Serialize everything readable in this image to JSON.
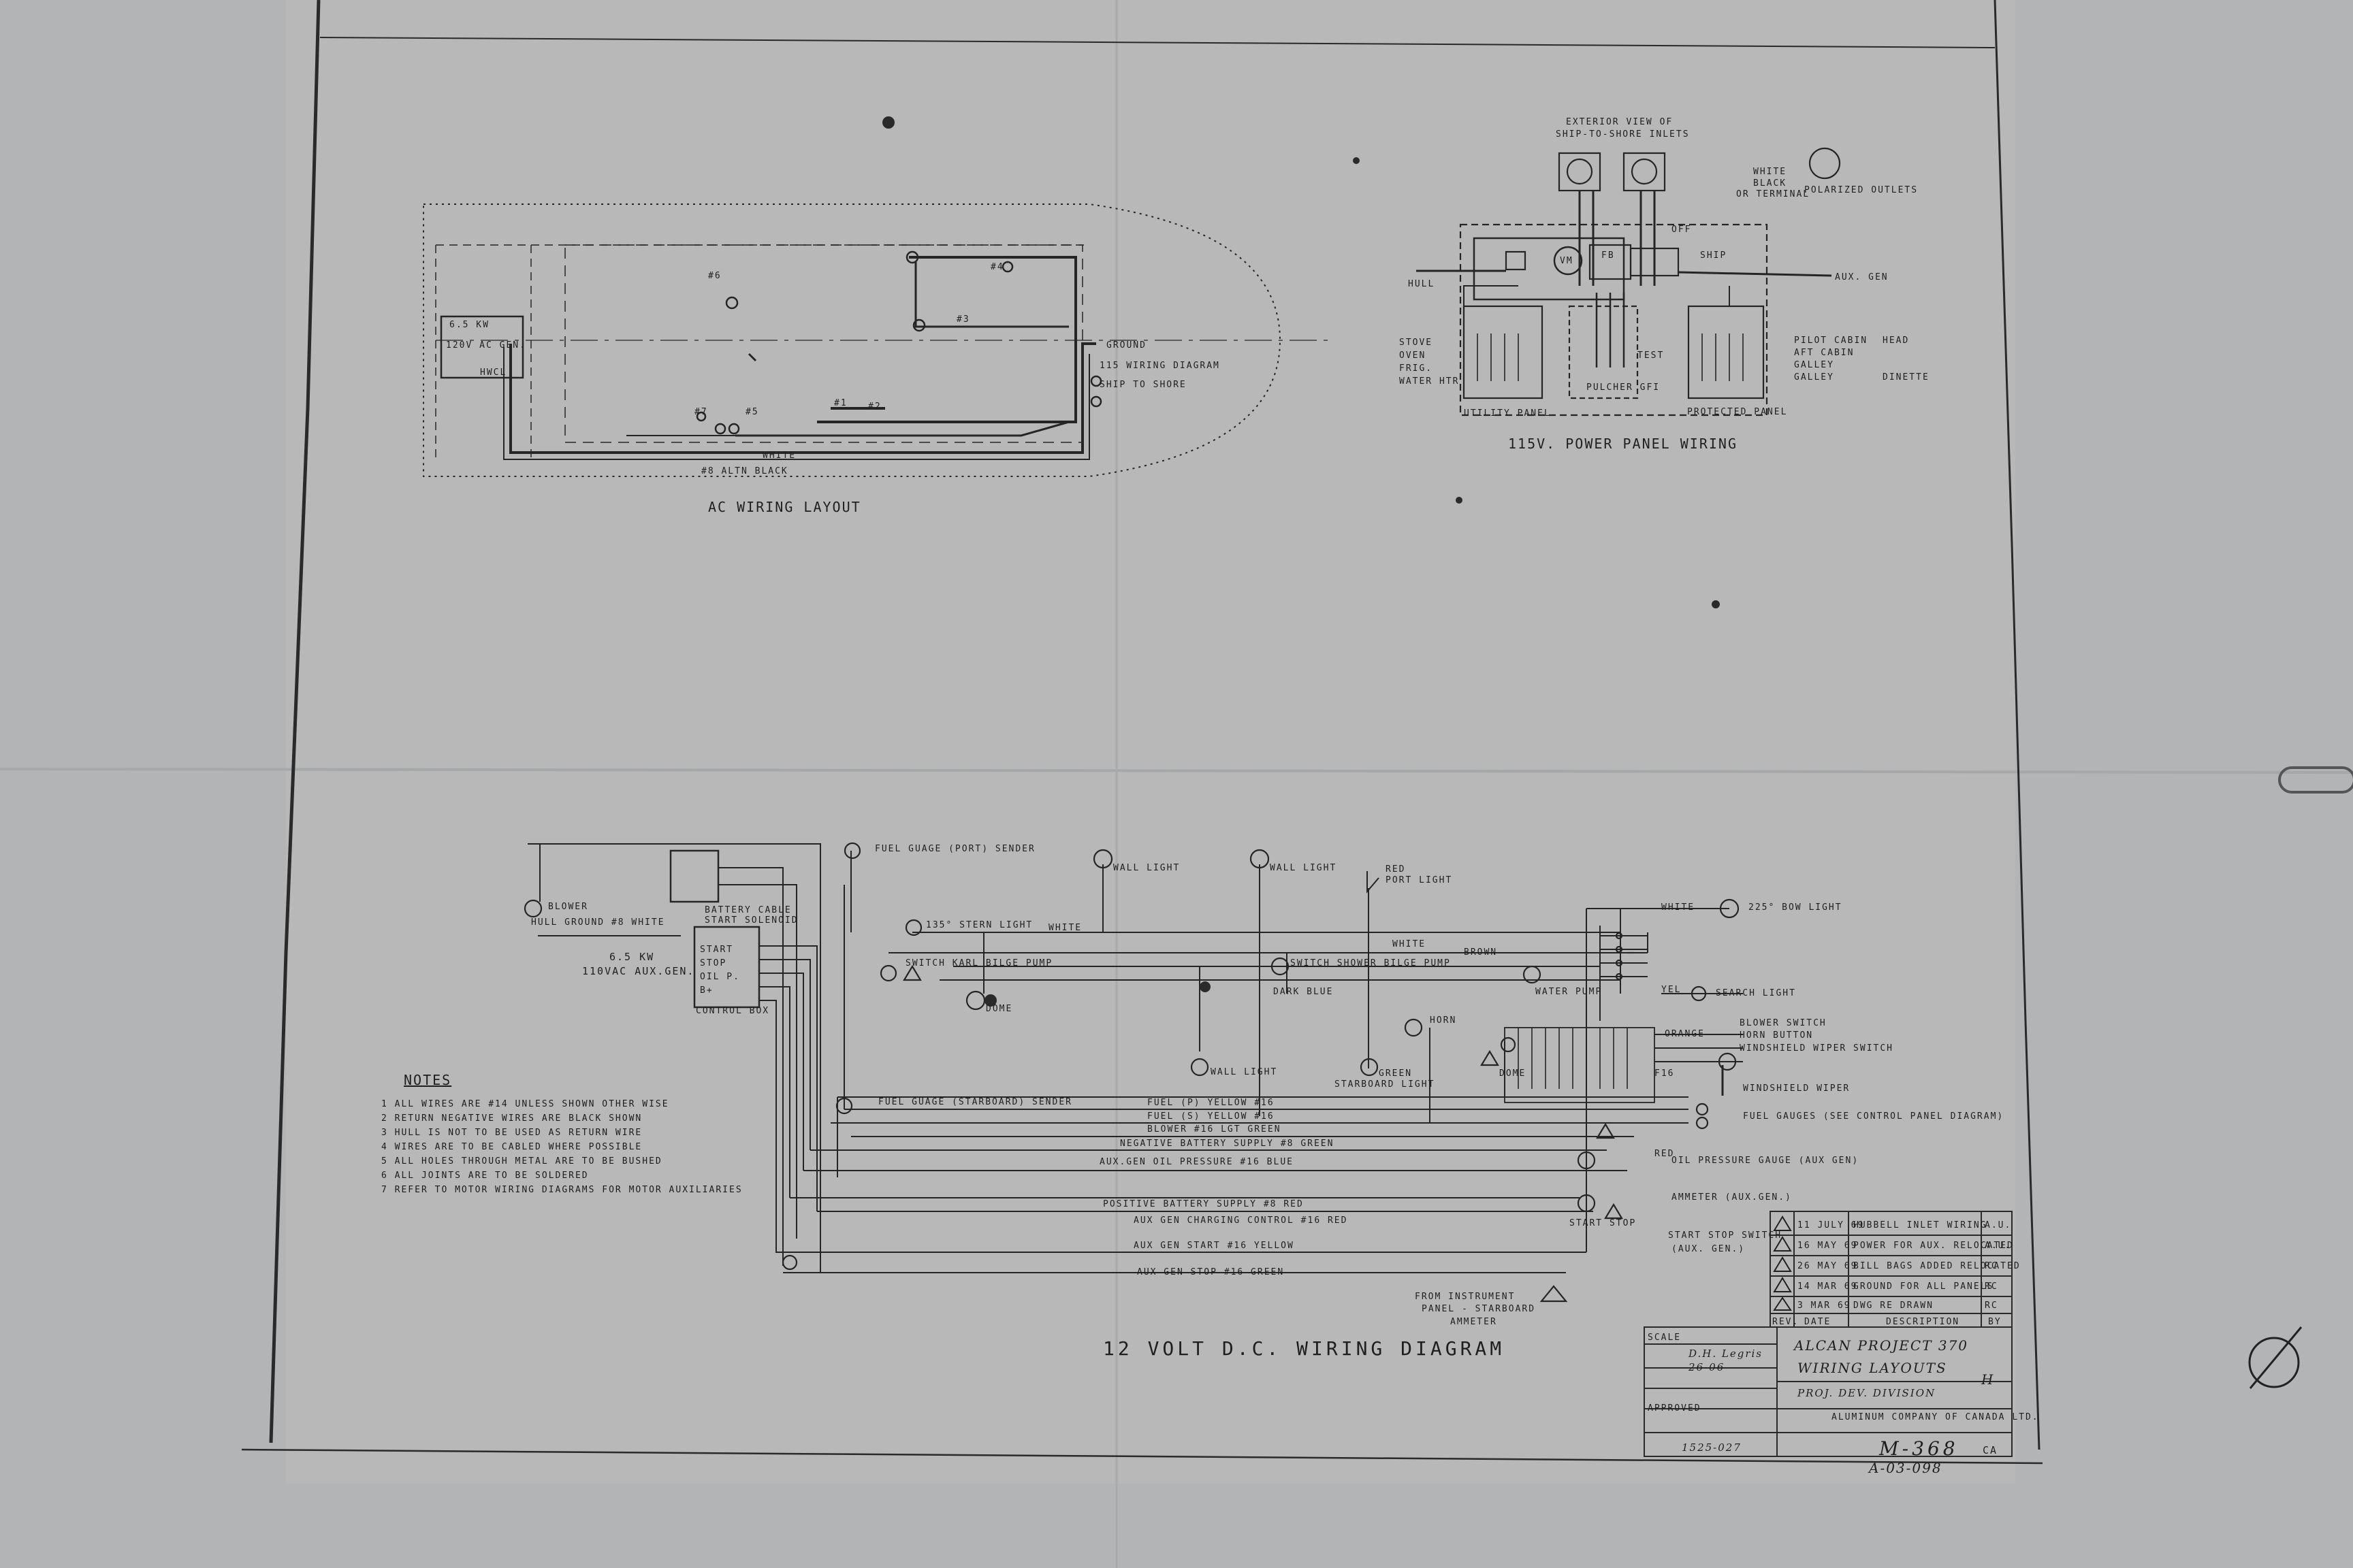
{
  "ac_layout": {
    "title": "AC WIRING LAYOUT",
    "generator": "6.5 KW",
    "generator_line2": "120V AC GEN.",
    "generator_line3": "HWCL",
    "grounding": "GROUND",
    "wiring_diagram_ref": "115 WIRING DIAGRAM",
    "shore": "SHIP TO SHORE",
    "wire_white": "WHITE",
    "wire_black": "#8 ALTN BLACK",
    "points": [
      "#6",
      "#4",
      "#3",
      "#7",
      "#5",
      "#1",
      "#2"
    ]
  },
  "power_panel": {
    "title": "115V. POWER PANEL WIRING",
    "exterior_view": "EXTERIOR VIEW OF",
    "inlets": "SHIP-TO-SHORE INLETS",
    "outlet_note_1": "WHITE",
    "outlet_note_2": "BLACK",
    "outlet_note_3": "OR TERMINAL",
    "outlets": "POLARIZED OUTLETS",
    "hull": "HULL",
    "vm": "VM",
    "fb": "FB",
    "ship": "SHIP",
    "off": "OFF",
    "aux_gen": "AUX. GEN",
    "stove": "STOVE",
    "oven": "OVEN",
    "frig": "FRIG.",
    "water_htr": "WATER HTR",
    "utility_panel": "UTILITY PANEL",
    "pulcher_gfi": "PULCHER GFI",
    "protected_panel": "PROTECTED PANEL",
    "test": "TEST",
    "circuits": [
      "PILOT CABIN",
      "AFT CABIN",
      "GALLEY",
      "GALLEY"
    ],
    "circuits_right": [
      "HEAD",
      "DINETTE"
    ]
  },
  "dc_diagram": {
    "title": "12 VOLT D.C. WIRING DIAGRAM",
    "blower": "BLOWER",
    "hull_ground": "HULL GROUND #8 WHITE",
    "battery_cable": "BATTERY CABLE",
    "start_solenoid": "START SOLENOID",
    "generator_1": "6.5 KW",
    "generator_2": "110VAC AUX.GEN.",
    "control_box_rows": [
      "START",
      "STOP",
      "OIL P.",
      "B+"
    ],
    "control_box": "CONTROL BOX",
    "fuel_port_sender": "FUEL GUAGE (PORT) SENDER",
    "fuel_stbd_sender": "FUEL GUAGE (STARBOARD) SENDER",
    "stern_light": "135° STERN LIGHT",
    "bilge_pump_aft": "SWITCH KARL BILGE PUMP",
    "dome_1": "DOME",
    "wall_light": "WALL LIGHT",
    "dark_blue": "DARK BLUE",
    "shower_bilge": "SWITCH SHOWER BILGE PUMP",
    "red_port": "RED",
    "port_light": "PORT LIGHT",
    "green": "GREEN",
    "stbd_light": "STARBOARD LIGHT",
    "horn": "HORN",
    "dome_2": "DOME",
    "water_pump": "WATER PUMP",
    "bow_light": "225° BOW LIGHT",
    "search_light": "SEARCH LIGHT",
    "blower_switch": "BLOWER SWITCH",
    "horn_button": "HORN BUTTON",
    "wiper_switch": "WINDSHIELD WIPER SWITCH",
    "windshield_wiper": "WINDSHIELD WIPER",
    "fuel_gauges": "FUEL GAUGES (SEE CONTROL PANEL DIAGRAM)",
    "oil_pressure": "OIL PRESSURE GAUGE (AUX GEN)",
    "ammeter": "AMMETER (AUX.GEN.)",
    "start_stop": "START STOP",
    "start_stop_switch": "START STOP SWITCH",
    "aux_gen_paren": "(AUX. GEN.)",
    "from_instrument": "FROM INSTRUMENT",
    "panel_stbd": "PANEL - STARBOARD",
    "ammeter2": "AMMETER",
    "wire_white": "WHITE",
    "wire_brown": "BROWN",
    "wire_orange": "ORANGE",
    "wire_yel": "YEL",
    "wire_red": "RED",
    "f16": "F16",
    "wire_labels": [
      "FUEL (P) YELLOW #16",
      "FUEL (S) YELLOW #16",
      "BLOWER #16 LGT GREEN",
      "NEGATIVE BATTERY SUPPLY #8 GREEN",
      "AUX.GEN OIL PRESSURE #16 BLUE",
      "POSITIVE BATTERY SUPPLY #8 RED",
      "AUX GEN CHARGING CONTROL #16 RED",
      "AUX GEN START #16 YELLOW",
      "AUX GEN STOP #16 GREEN"
    ]
  },
  "notes": {
    "heading": "NOTES",
    "items": [
      "1  ALL WIRES ARE #14 UNLESS SHOWN OTHER WISE",
      "2  RETURN NEGATIVE WIRES ARE BLACK SHOWN",
      "3  HULL IS NOT TO BE USED AS RETURN WIRE",
      "4  WIRES ARE TO BE CABLED WHERE POSSIBLE",
      "5  ALL HOLES THROUGH METAL ARE TO BE BUSHED",
      "6  ALL JOINTS ARE TO BE SOLDERED",
      "7  REFER TO MOTOR WIRING DIAGRAMS FOR MOTOR AUXILIARIES"
    ]
  },
  "revisions": [
    {
      "date": "11 JULY 69",
      "desc": "HUBBELL INLET WIRING",
      "by": "A.U."
    },
    {
      "date": "16 MAY 69",
      "desc": "POWER FOR AUX. RELOCATED",
      "by": "A.U."
    },
    {
      "date": "26 MAY 69",
      "desc": "BILL BAGS ADDED RELOCATED",
      "by": "RC"
    },
    {
      "date": "14 MAR 69",
      "desc": "GROUND FOR ALL PANELS",
      "by": "RC"
    },
    {
      "date": "3 MAR 69",
      "desc": "DWG RE DRAWN",
      "by": "RC"
    }
  ],
  "revision_header": {
    "rev": "REV.",
    "date": "DATE",
    "desc": "DESCRIPTION",
    "by": "BY"
  },
  "title_block": {
    "scale": "SCALE",
    "drawn": "D.H. Legris",
    "drawn_date": "26-06",
    "approved": "APPROVED",
    "project": "ALCAN PROJECT 370",
    "subject": "WIRING LAYOUTS",
    "division": "PROJ. DEV. DIVISION",
    "company": "ALUMINUM COMPANY OF CANADA LTD.",
    "number_left": "1525-027",
    "dwg_no": "M-368",
    "sheet_ref": "A-03-098",
    "rev_letter": "H",
    "ca": "CA"
  }
}
